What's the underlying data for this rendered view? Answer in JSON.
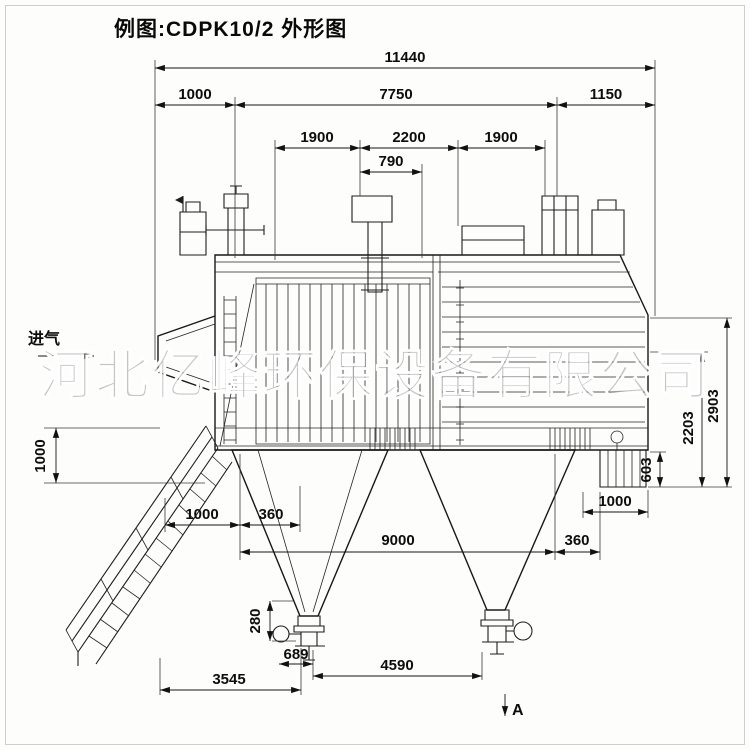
{
  "title": "例图:CDPK10/2 外形图",
  "watermark": "河北亿峰环保设备有限公司",
  "labels": {
    "inlet": "进气",
    "view_marker": "A"
  },
  "dimensions": {
    "overall_width": "11440",
    "top_left": "1000",
    "top_center": "7750",
    "top_right": "1150",
    "row2_left": "1900",
    "row2_center": "2200",
    "row2_right": "1900",
    "row3_center": "790",
    "height_total": "2903",
    "height_body": "2203",
    "height_base": "603",
    "left_height": "1000",
    "bottom_left": "1000",
    "bottom_left_inner": "360",
    "hopper_span": "9000",
    "bottom_right_inner": "360",
    "bottom_right": "1000",
    "outlet_height": "280",
    "outlet_width": "689",
    "outlet_span": "4590",
    "stair_span": "3545"
  }
}
